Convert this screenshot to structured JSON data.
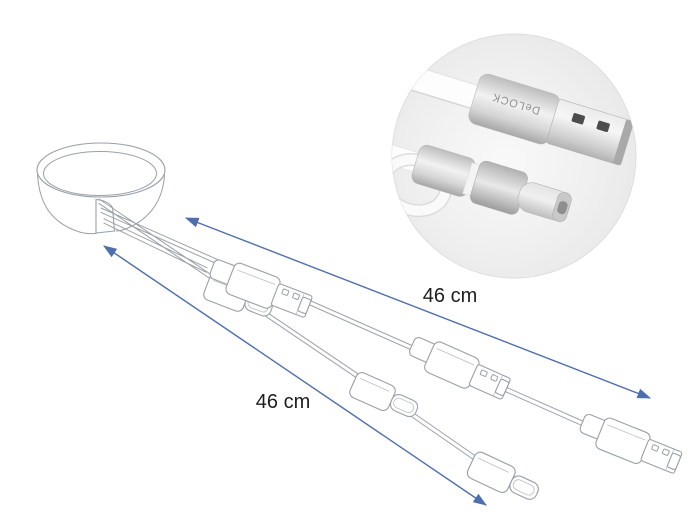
{
  "labels": {
    "length_a": "46 cm",
    "length_b": "46 cm"
  },
  "inset": {
    "brand_text": "DeLOCK"
  },
  "colors": {
    "background": "#ffffff",
    "dimension_arrow_blue": "#4e6fae",
    "line_art_gray": "#9aa0a8",
    "label_text": "#1d1d1b",
    "inset_circle_background": "#ededed",
    "cable_white": "#fdfdfd",
    "connector_silver": "#d9d9d9",
    "usb_contact_hole_dark": "#4d4d4d"
  },
  "parts": {
    "reel": "retractable-cable-reel",
    "connector_1": "usb-a-with-micro-b-combo-plug",
    "connector_2": "usb-a-plug-mid",
    "connector_3": "micro-usb-plug-mid",
    "connector_4": "usb-a-plug-end",
    "connector_5": "usb-c-plug-end",
    "inset_photo": "usb-a-and-micro-b-usb-c-combo-connector-photo"
  }
}
